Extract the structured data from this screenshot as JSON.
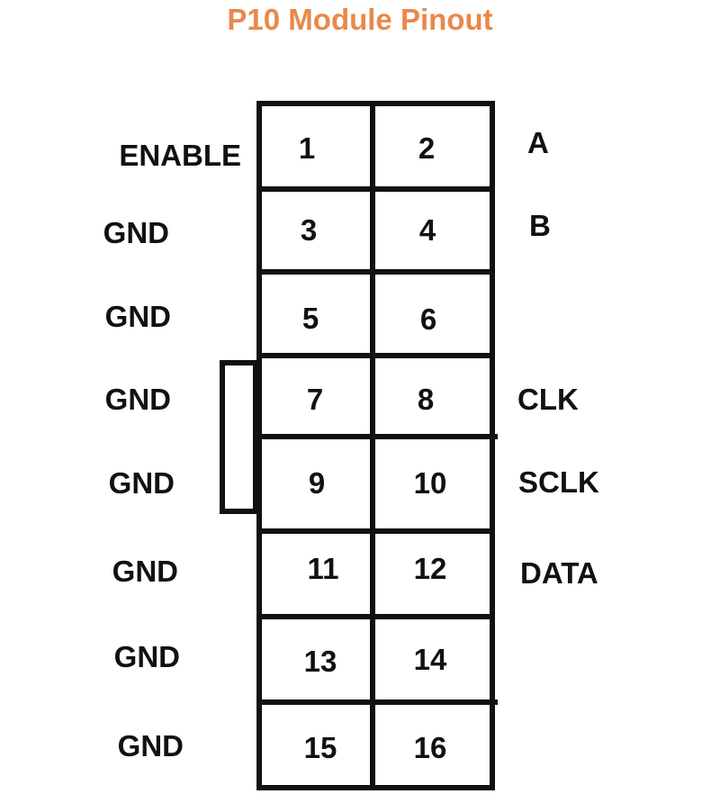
{
  "title": "P10 Module Pinout",
  "left_labels": [
    "ENABLE",
    "GND",
    "GND",
    "GND",
    "GND",
    "GND",
    "GND",
    "GND"
  ],
  "right_labels": [
    "A",
    "B",
    "",
    "CLK",
    "SCLK",
    "DATA",
    "",
    ""
  ],
  "pins": [
    [
      "1",
      "2"
    ],
    [
      "3",
      "4"
    ],
    [
      "5",
      "6"
    ],
    [
      "7",
      "8"
    ],
    [
      "9",
      "10"
    ],
    [
      "11",
      "12"
    ],
    [
      "13",
      "14"
    ],
    [
      "15",
      "16"
    ]
  ],
  "colors": {
    "title": "#e8894a",
    "line": "#111111",
    "background": "#ffffff"
  }
}
